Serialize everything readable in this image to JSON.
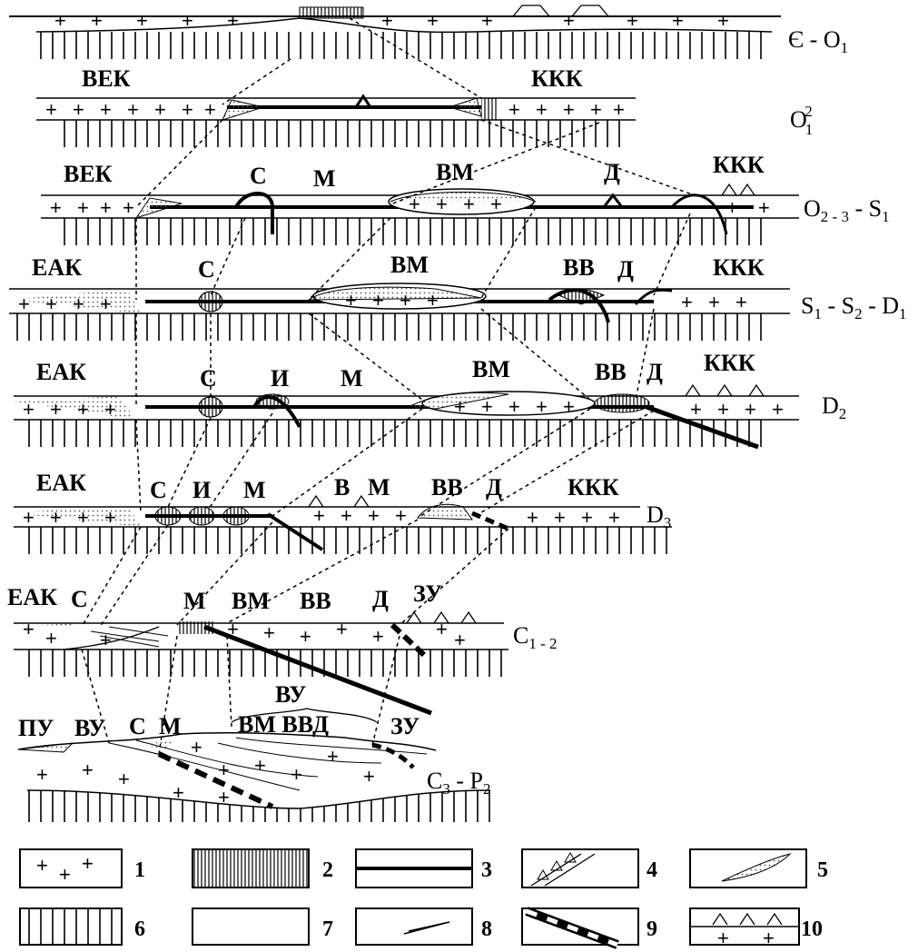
{
  "panels": [
    {
      "age": "Є - O1",
      "age_main": "Є - O",
      "age_sub": "1",
      "labels": []
    },
    {
      "age": "O1²",
      "age_main": "O",
      "age_sub": "1",
      "age_sup": "2",
      "labels": [
        "ВЕК",
        "ККК"
      ]
    },
    {
      "age": "O2-3 - S1",
      "labels": [
        "ВЕК",
        "С",
        "М",
        "ВМ",
        "Д",
        "ККК"
      ]
    },
    {
      "age": "S1 - S2 - D1",
      "labels": [
        "ЕАК",
        "С",
        "ВМ",
        "ВВ",
        "Д",
        "ККК"
      ]
    },
    {
      "age": "D2",
      "labels": [
        "ЕАК",
        "С",
        "И",
        "М",
        "ВМ",
        "ВВ",
        "Д",
        "ККК"
      ]
    },
    {
      "age": "D3",
      "labels": [
        "ЕАК",
        "С",
        "И",
        "М",
        "В",
        "М",
        "ВВ",
        "Д",
        "ККК"
      ]
    },
    {
      "age": "C1-2",
      "labels": [
        "ЕАК",
        "С",
        "М",
        "ВМ",
        "ВВ",
        "Д",
        "ЗУ"
      ]
    },
    {
      "age": "C3 - P2",
      "labels": [
        "ПУ",
        "ВУ",
        "С",
        "М",
        "ВУ",
        "ВМ ВВД",
        "ЗУ"
      ]
    }
  ],
  "age_text": {
    "p0": {
      "main": "Є - O",
      "sub": "1"
    },
    "p1": {
      "main": "O",
      "sub": "1",
      "sup": "2"
    },
    "p2": {
      "a": "O",
      "as": "2 - 3",
      "b": " - S",
      "bs": "1"
    },
    "p3": {
      "a": "S",
      "as": "1",
      "b": " - S",
      "bs": "2",
      "c": " - D",
      "cs": "1"
    },
    "p4": {
      "a": "D",
      "as": "2"
    },
    "p5": {
      "a": "D",
      "as": "3"
    },
    "p6": {
      "a": "C",
      "as": "1 - 2"
    },
    "p7": {
      "a": "C",
      "as": "3",
      "b": " - P",
      "bs": "2"
    }
  },
  "legend": [
    {
      "num": "1",
      "pattern": "crosses"
    },
    {
      "num": "2",
      "pattern": "dense-vertical-hatch"
    },
    {
      "num": "3",
      "pattern": "thick-line"
    },
    {
      "num": "4",
      "pattern": "triangles-on-slope"
    },
    {
      "num": "5",
      "pattern": "dotted-wedge"
    },
    {
      "num": "6",
      "pattern": "sparse-vertical-hatch"
    },
    {
      "num": "7",
      "pattern": "blank"
    },
    {
      "num": "8",
      "pattern": "thin-wedge-line"
    },
    {
      "num": "9",
      "pattern": "dashed-thick-line"
    },
    {
      "num": "10",
      "pattern": "triangles-over-crosses"
    }
  ],
  "colors": {
    "ink": "#000000",
    "paper": "#ffffff",
    "dots": "#555555"
  }
}
